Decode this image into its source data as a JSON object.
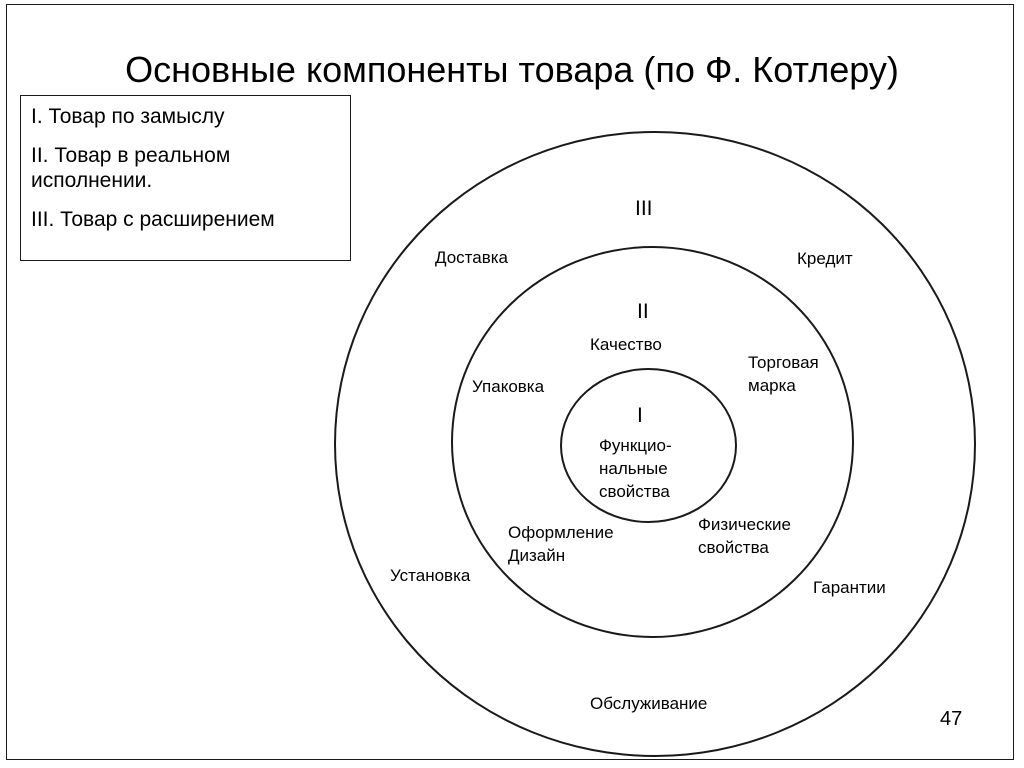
{
  "slide": {
    "title": "Основные компоненты товара (по Ф. Котлеру)",
    "page_number": "47"
  },
  "legend": {
    "items": [
      "I. Товар по замыслу",
      "II. Товар в реальном\nисполнении.",
      "III. Товар с расширением"
    ]
  },
  "diagram": {
    "levels": {
      "outer": "III",
      "middle": "II",
      "inner": "I"
    },
    "outer_ring": {
      "delivery": "Доставка",
      "credit": "Кредит",
      "installation": "Установка",
      "warranty": "Гарантии",
      "service": "Обслуживание"
    },
    "middle_ring": {
      "quality": "Качество",
      "brand": "Торговая\nмарка",
      "packaging": "Упаковка",
      "design": "Оформление\nДизайн",
      "physical_properties": "Физические\nсвойства"
    },
    "inner_ring": {
      "functional_properties": "Функцио-\nнальные\nсвойства"
    }
  }
}
